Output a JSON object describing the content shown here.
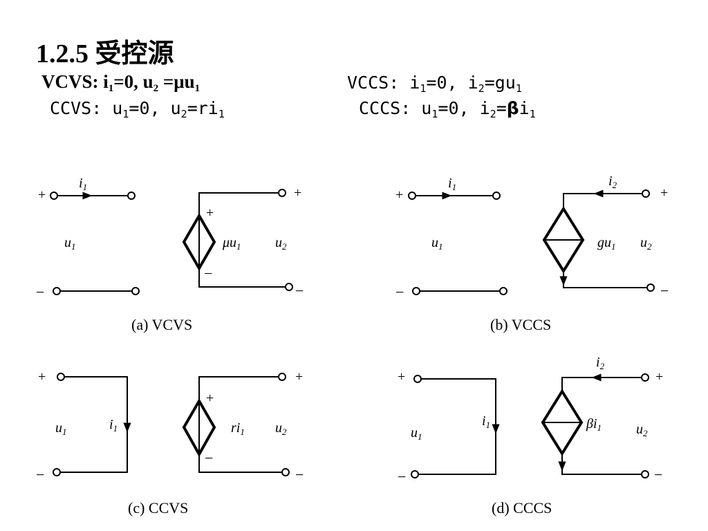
{
  "title": "1.2.5 受控源",
  "formulas": {
    "vcvs": {
      "pre": "VCVS: i",
      "s1": "1",
      "mid1": "=0,  u",
      "s2": "2",
      "mid2": " =μu",
      "s3": "1"
    },
    "vccs": {
      "pre": "VCCS: i",
      "s1": "1",
      "mid1": "=0, i",
      "s2": "2",
      "mid2": "=gu",
      "s3": "1"
    },
    "ccvs": {
      "pre": "CCVS: u",
      "s1": "1",
      "mid1": "=0, u",
      "s2": "2",
      "mid2": "=ri",
      "s3": "1"
    },
    "cccs": {
      "pre": "CCCS: u",
      "s1": "1",
      "mid1": "=0, i",
      "s2": "2",
      "mid2": "=",
      "beta": "β",
      "mid3": "i",
      "s3": "1"
    }
  },
  "diagrams": {
    "a": {
      "caption": "(a) VCVS",
      "source": "μu",
      "source_sub": "1",
      "ctrl_var": "u",
      "ctrl_sub": "1",
      "ctrl_current": "i",
      "ctrl_current_sub": "1",
      "out_var": "u",
      "out_sub": "2"
    },
    "b": {
      "caption": "(b) VCCS",
      "source": "gu",
      "source_sub": "1",
      "ctrl_var": "u",
      "ctrl_sub": "1",
      "ctrl_current": "i",
      "ctrl_current_sub": "1",
      "out_current": "i",
      "out_current_sub": "2",
      "out_var": "u",
      "out_sub": "2"
    },
    "c": {
      "caption": "(c) CCVS",
      "source": "ri",
      "source_sub": "1",
      "ctrl_var": "u",
      "ctrl_sub": "1",
      "ctrl_current": "i",
      "ctrl_current_sub": "1",
      "out_var": "u",
      "out_sub": "2"
    },
    "d": {
      "caption": "(d) CCCS",
      "source": "βi",
      "source_sub": "1",
      "ctrl_var": "u",
      "ctrl_sub": "1",
      "ctrl_current": "i",
      "ctrl_current_sub": "1",
      "out_current": "i",
      "out_current_sub": "2",
      "out_var": "u",
      "out_sub": "2"
    }
  },
  "polarity": {
    "plus": "+",
    "minus": "−"
  }
}
